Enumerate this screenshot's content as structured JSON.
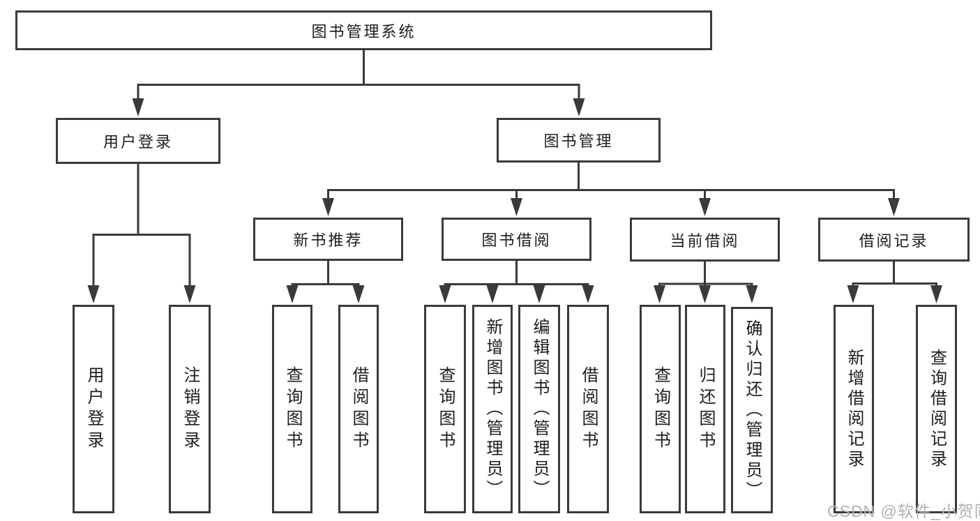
{
  "tree": {
    "label": "图书管理系统",
    "children": [
      {
        "label": "用户登录",
        "children": [
          {
            "label": "用户登录"
          },
          {
            "label": "注销登录"
          }
        ]
      },
      {
        "label": "图书管理",
        "children": [
          {
            "label": "新书推荐",
            "children": [
              {
                "label": "查询图书"
              },
              {
                "label": "借阅图书"
              }
            ]
          },
          {
            "label": "图书借阅",
            "children": [
              {
                "label": "查询图书"
              },
              {
                "label": "新增图书（管理员）"
              },
              {
                "label": "编辑图书（管理员）"
              },
              {
                "label": "借阅图书"
              }
            ]
          },
          {
            "label": "当前借阅",
            "children": [
              {
                "label": "查询图书"
              },
              {
                "label": "归还图书"
              },
              {
                "label": "确认归还（管理员）"
              }
            ]
          },
          {
            "label": "借阅记录",
            "children": [
              {
                "label": "新增借阅记录"
              },
              {
                "label": "查询借阅记录"
              }
            ]
          }
        ]
      }
    ]
  },
  "watermark": "CSDN @软件_小贺同学",
  "colors": {
    "line": "#3a3a3a",
    "text": "#1d1d1d",
    "watermark": "#b3b0af",
    "background": "#ffffff"
  }
}
